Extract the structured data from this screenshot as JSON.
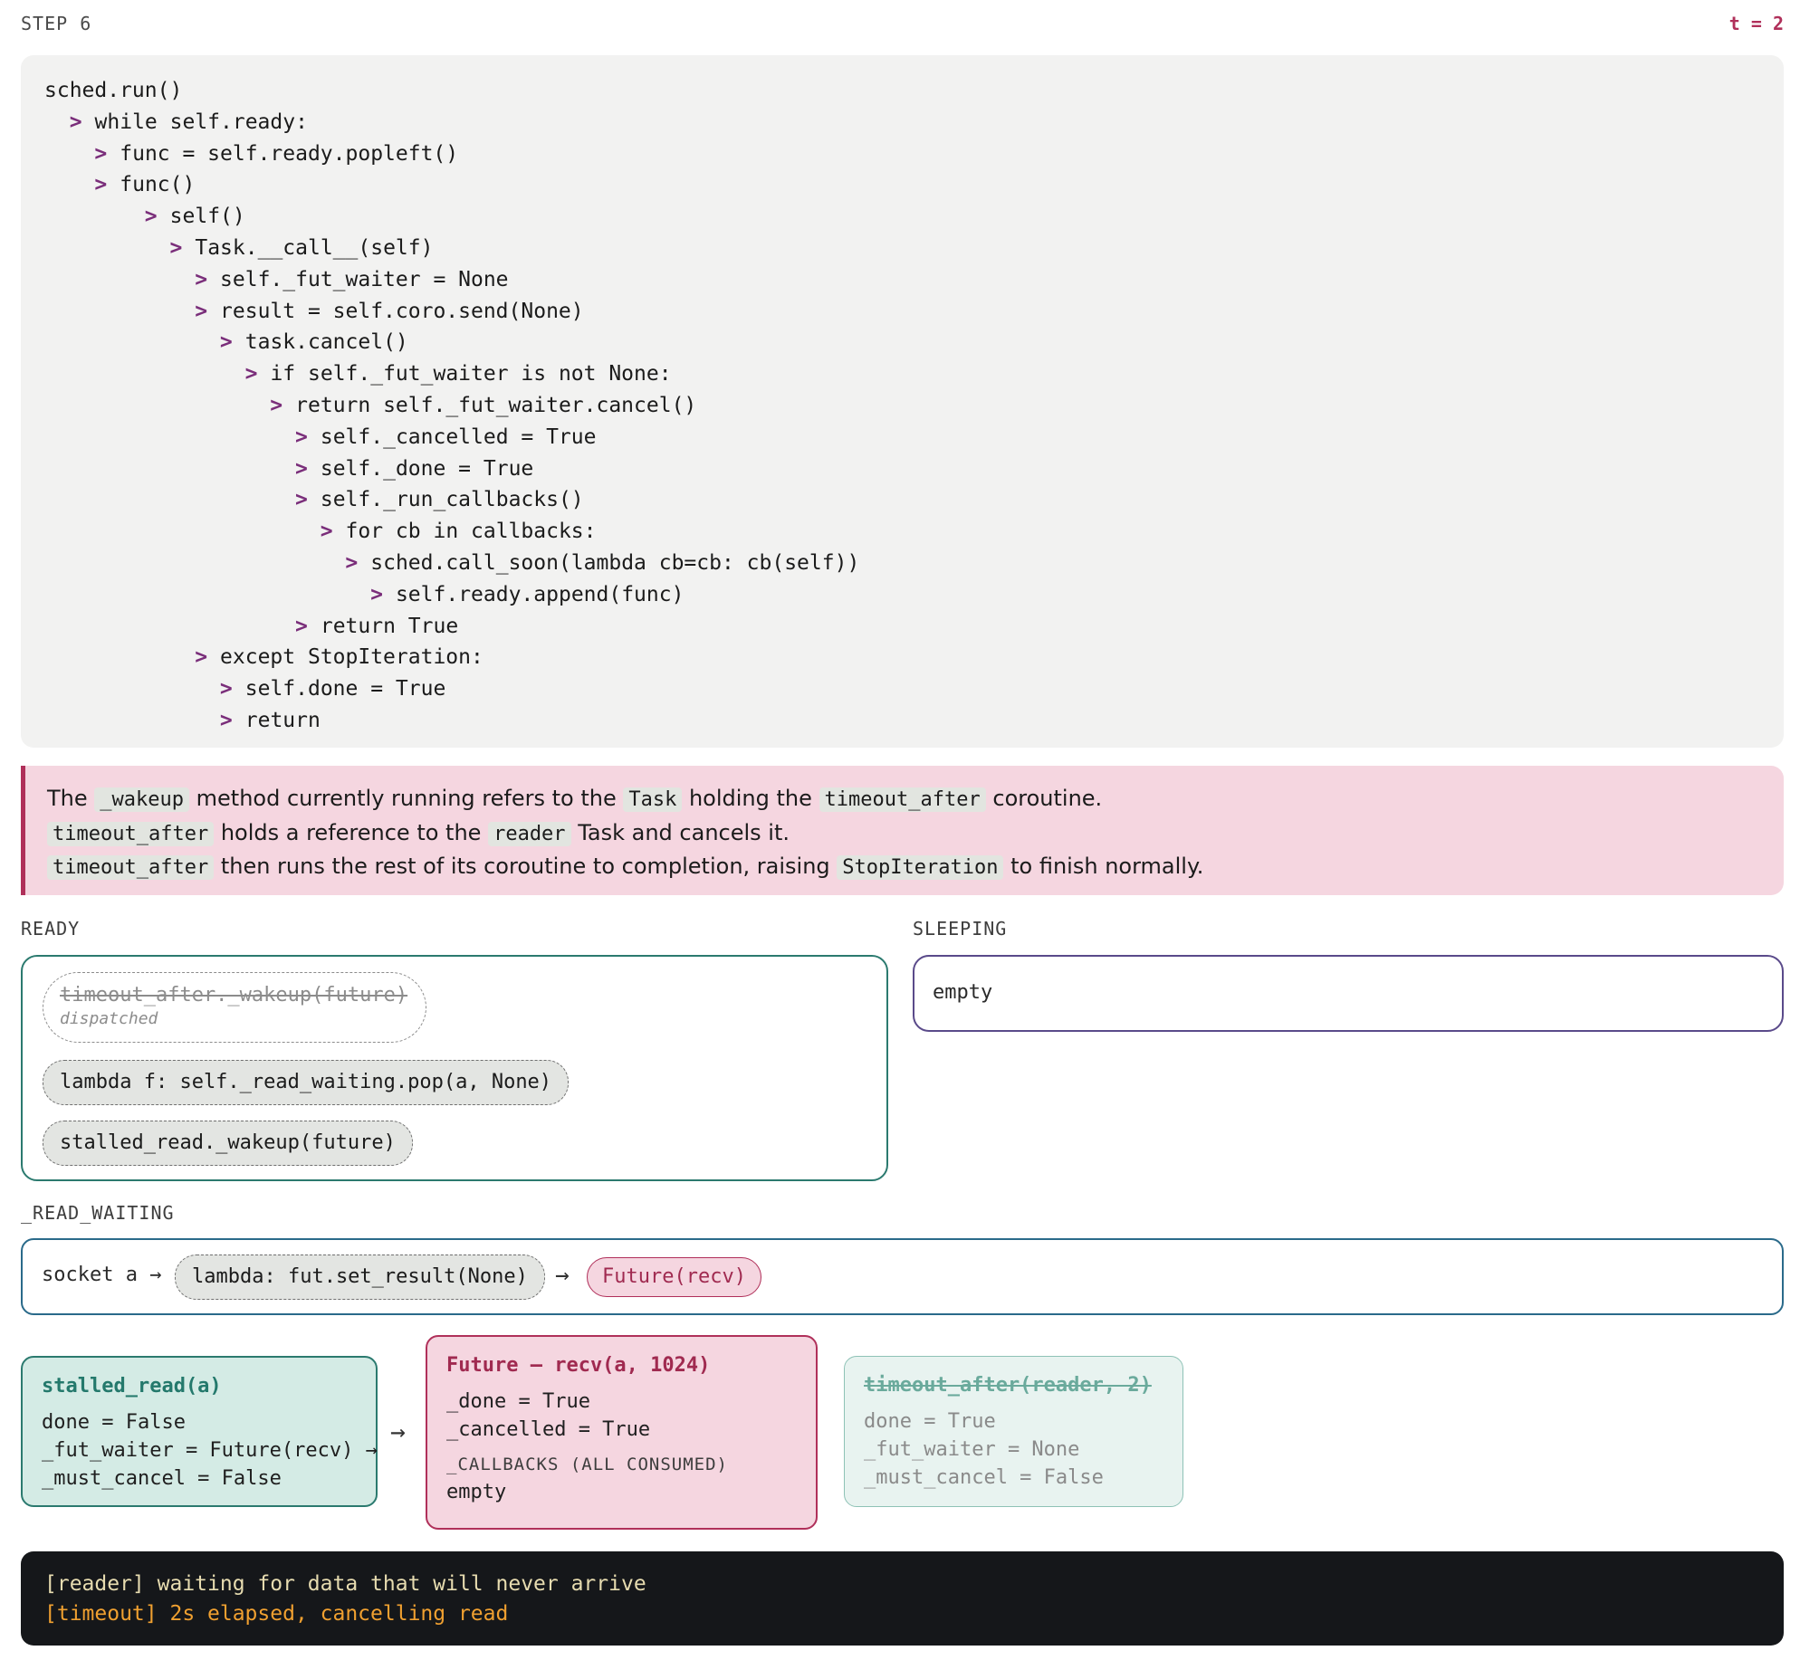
{
  "header": {
    "step": "STEP 6",
    "time": "t = 2"
  },
  "code": {
    "lines": [
      {
        "indent": 0,
        "arrow": false,
        "text": "sched.run()"
      },
      {
        "indent": 1,
        "arrow": true,
        "text": "while self.ready:"
      },
      {
        "indent": 2,
        "arrow": true,
        "text": "func = self.ready.popleft()"
      },
      {
        "indent": 2,
        "arrow": true,
        "text": "func()"
      },
      {
        "indent": 4,
        "arrow": true,
        "text": "self()"
      },
      {
        "indent": 5,
        "arrow": true,
        "text": "Task.__call__(self)"
      },
      {
        "indent": 6,
        "arrow": true,
        "text": "self._fut_waiter = None"
      },
      {
        "indent": 6,
        "arrow": true,
        "text": "result = self.coro.send(None)"
      },
      {
        "indent": 7,
        "arrow": true,
        "text": "task.cancel()"
      },
      {
        "indent": 8,
        "arrow": true,
        "text": "if self._fut_waiter is not None:"
      },
      {
        "indent": 9,
        "arrow": true,
        "text": "return self._fut_waiter.cancel()"
      },
      {
        "indent": 10,
        "arrow": true,
        "text": "self._cancelled = True"
      },
      {
        "indent": 10,
        "arrow": true,
        "text": "self._done = True"
      },
      {
        "indent": 10,
        "arrow": true,
        "text": "self._run_callbacks()"
      },
      {
        "indent": 11,
        "arrow": true,
        "text": "for cb in callbacks:"
      },
      {
        "indent": 12,
        "arrow": true,
        "text": "sched.call_soon(lambda cb=cb: cb(self))"
      },
      {
        "indent": 13,
        "arrow": true,
        "text": "self.ready.append(func)"
      },
      {
        "indent": 10,
        "arrow": true,
        "text": "return True"
      },
      {
        "indent": 6,
        "arrow": true,
        "text": "except StopIteration:"
      },
      {
        "indent": 7,
        "arrow": true,
        "text": "self.done = True"
      },
      {
        "indent": 7,
        "arrow": true,
        "text": "return"
      }
    ]
  },
  "explanation": {
    "line1": {
      "a": "The",
      "c1": "_wakeup",
      "b": "method currently running refers to the",
      "c2": "Task",
      "c": "holding the",
      "c3": "timeout_after",
      "d": "coroutine."
    },
    "line2": {
      "c1": "timeout_after",
      "a": "holds a reference to the",
      "c2": "reader",
      "b": "Task and cancels it."
    },
    "line3": {
      "c1": "timeout_after",
      "a": "then runs the rest of its coroutine to completion, raising",
      "c2": "StopIteration",
      "b": "to finish normally."
    }
  },
  "ready": {
    "label": "READY",
    "dispatched": {
      "text": "timeout_after._wakeup(future)",
      "note": "dispatched"
    },
    "items": [
      "lambda f: self._read_waiting.pop(a, None)",
      "stalled_read._wakeup(future)"
    ]
  },
  "sleeping": {
    "label": "SLEEPING",
    "value": "empty"
  },
  "read_waiting": {
    "label": "_READ_WAITING",
    "socket": "socket a →",
    "callback": "lambda: fut.set_result(None)",
    "arrow": "→",
    "future": "Future(recv)"
  },
  "cards": {
    "task": {
      "title": "stalled_read(a)",
      "rows": [
        "done = False",
        "_fut_waiter = Future(recv) →",
        "_must_cancel = False"
      ]
    },
    "arrow": "→",
    "future": {
      "title": "Future — recv(a, 1024)",
      "rows": [
        "_done = True",
        "_cancelled = True"
      ],
      "callbacks_label": "_CALLBACKS (ALL CONSUMED)",
      "callbacks_value": "empty"
    },
    "done_task": {
      "title": "timeout_after(reader, 2)",
      "rows": [
        "done = True",
        "_fut_waiter = None",
        "_must_cancel = False"
      ]
    }
  },
  "terminal": {
    "lines": [
      "[reader] waiting for data that will never arrive",
      "[timeout] 2s elapsed, cancelling read"
    ]
  },
  "colors": {
    "accent": "#b0305a",
    "teal": "#2b7a6f",
    "purple": "#5a4a8a",
    "arrow": "#7a2e7a"
  }
}
